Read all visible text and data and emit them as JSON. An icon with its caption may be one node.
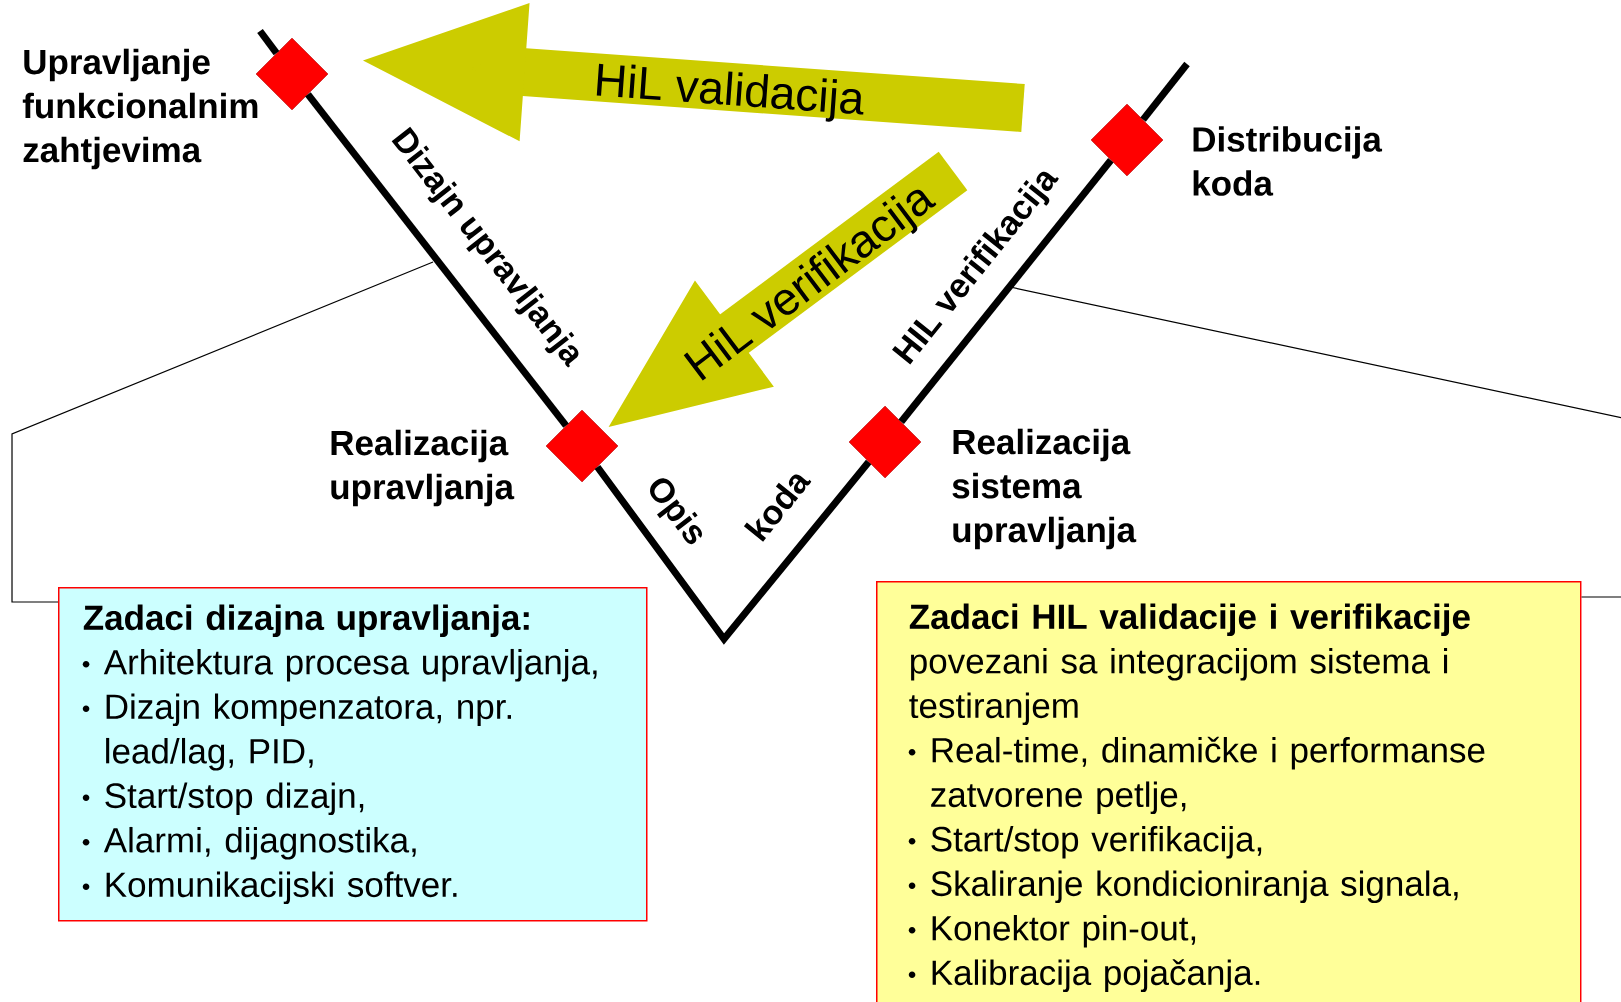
{
  "diagram": {
    "nodes": [
      {
        "text": [
          "Upravljanje funkcionalnim zahtjevima"
        ]
      },
      {
        "text": [
          "Realizacija upravljanja"
        ]
      },
      {
        "text": [
          "Realizacija sistema upravljanja"
        ]
      },
      {
        "text": [
          "Distribucija koda"
        ]
      },
      {
        "text": [
          "Zadaci dizajna upravljanja:",
          "Arhitektura procesa upravljanja,",
          "Dizajn kompenzatora, npr. lead/lag, PID,",
          "Start/stop dizajn,",
          "Alarmi, dijagnostika,",
          "Komunikacijski softver."
        ]
      },
      {
        "text": [
          "Zadaci HIL validacije i verifikacije",
          "povezani sa integracijom sistema i testiranjem",
          "Real-time, dinamičke i performanse zatvorene petlje,",
          "Start/stop verifikacija,",
          "Skaliranje kondicioniranja signala,",
          "Konektor pin-out,",
          "Kalibracija pojačanja."
        ]
      }
    ],
    "edges": [
      {
        "from": 0,
        "to": 1,
        "arrow": "none",
        "label": "Dizajn upravljanja"
      },
      {
        "from": 1,
        "to": 2,
        "arrow": "none"
      },
      {
        "from": 2,
        "to": 3,
        "arrow": "none",
        "label": "HIL verifikacija"
      },
      {
        "from": 3,
        "to": 0,
        "arrow": "to",
        "style": "thick",
        "color": "#cccc00",
        "label": "HiL validacija"
      },
      {
        "from": null,
        "to": 1,
        "arrow": "to",
        "style": "thick",
        "color": "#cccc00",
        "label": "HiL verifikacija"
      },
      {
        "from": 4,
        "to": null,
        "arrow": "none"
      },
      {
        "from": 5,
        "to": null,
        "arrow": "none"
      }
    ],
    "labels": [
      "Opis",
      "koda"
    ]
  }
}
